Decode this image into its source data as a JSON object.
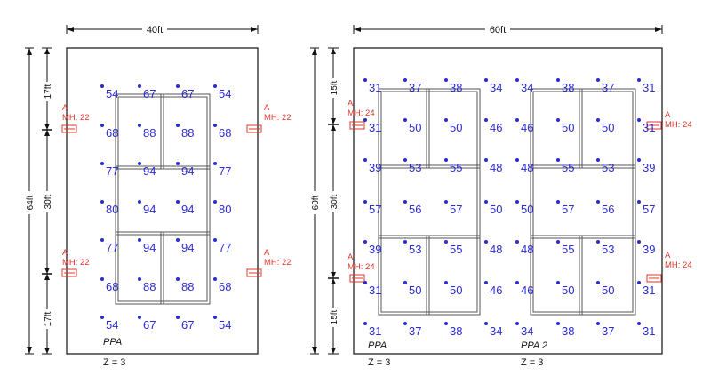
{
  "room_left": {
    "width_label": "40ft",
    "height_label": "64ft",
    "segment_labels": [
      "17ft",
      "30ft",
      "17ft"
    ],
    "grid_values": [
      [
        "54",
        "67",
        "67",
        "54"
      ],
      [
        "68",
        "88",
        "88",
        "68"
      ],
      [
        "77",
        "94",
        "94",
        "77"
      ],
      [
        "80",
        "94",
        "94",
        "80"
      ],
      [
        "77",
        "94",
        "94",
        "77"
      ],
      [
        "68",
        "88",
        "88",
        "68"
      ],
      [
        "54",
        "67",
        "67",
        "54"
      ]
    ],
    "luminaires": [
      {
        "letter": "A",
        "mh": "MH: 22"
      },
      {
        "letter": "A",
        "mh": "MH: 22"
      },
      {
        "letter": "A",
        "mh": "MH: 22"
      },
      {
        "letter": "A",
        "mh": "MH: 22"
      }
    ],
    "area_name": "PPA",
    "z_label": "Z = 3"
  },
  "room_right": {
    "width_label": "60ft",
    "height_label": "60ft",
    "segment_labels": [
      "15ft",
      "30ft",
      "15ft"
    ],
    "grid_values": [
      [
        "31",
        "37",
        "38",
        "34",
        "34",
        "38",
        "37",
        "31"
      ],
      [
        "31",
        "50",
        "50",
        "46",
        "46",
        "50",
        "50",
        "31"
      ],
      [
        "39",
        "53",
        "55",
        "48",
        "48",
        "55",
        "53",
        "39"
      ],
      [
        "57",
        "56",
        "57",
        "50",
        "50",
        "57",
        "56",
        "57"
      ],
      [
        "39",
        "53",
        "55",
        "48",
        "48",
        "55",
        "53",
        "39"
      ],
      [
        "31",
        "50",
        "50",
        "46",
        "46",
        "50",
        "50",
        "31"
      ],
      [
        "31",
        "37",
        "38",
        "34",
        "34",
        "38",
        "37",
        "31"
      ]
    ],
    "luminaires": [
      {
        "letter": "A",
        "mh": "MH: 24"
      },
      {
        "letter": "A",
        "mh": "MH: 24"
      },
      {
        "letter": "A",
        "mh": "MH: 24"
      },
      {
        "letter": "A",
        "mh": "MH: 24"
      }
    ],
    "area_name_1": "PPA",
    "z_label_1": "Z = 3",
    "area_name_2": "PPA 2",
    "z_label_2": "Z = 3"
  },
  "colors": {
    "values": "#2b2bd0",
    "luminaire": "#e0352b",
    "lines": "#111111",
    "rack": "#555555"
  }
}
